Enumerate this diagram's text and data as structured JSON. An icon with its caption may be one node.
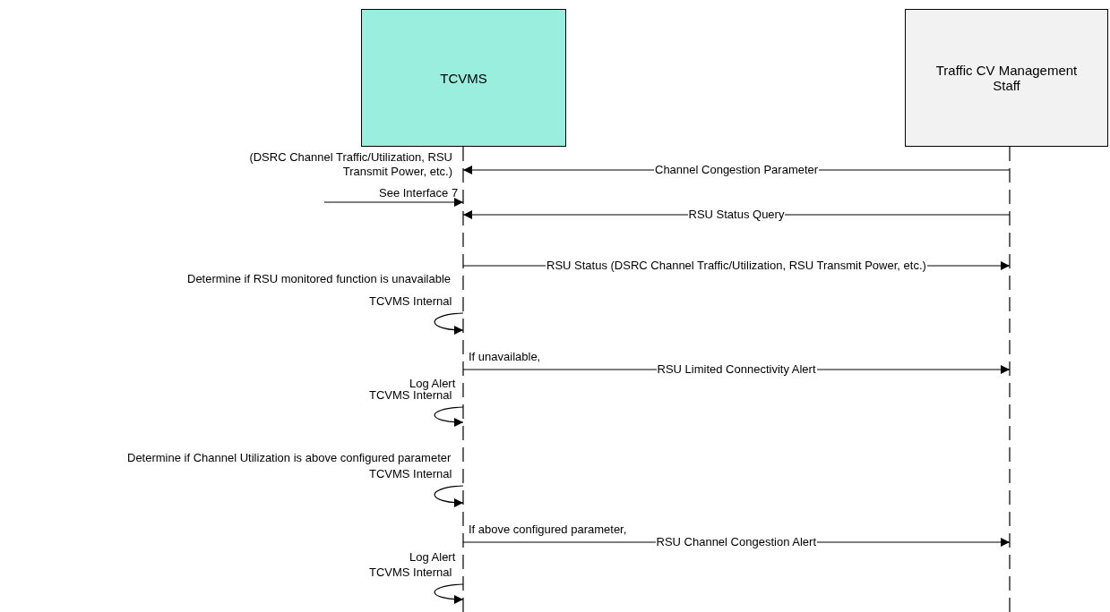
{
  "diagram": {
    "nodes": [
      {
        "text": [
          "TCVMS"
        ]
      },
      {
        "text": [
          "Traffic CV Management Staff"
        ]
      }
    ],
    "edges": [
      {
        "from": 1,
        "to": 0,
        "arrow": "to",
        "label": "Channel Congestion Parameter"
      },
      {
        "from": null,
        "to": 0,
        "arrow": "to",
        "label": "See Interface 7"
      },
      {
        "from": 1,
        "to": 0,
        "arrow": "to",
        "label": "RSU Status Query"
      },
      {
        "from": 0,
        "to": 1,
        "arrow": "to",
        "label": "RSU Status (DSRC Channel Traffic/Utilization, RSU Transmit Power, etc.)"
      },
      {
        "from": 0,
        "to": 0,
        "arrow": "to",
        "label": "TCVMS Internal"
      },
      {
        "from": 0,
        "to": 1,
        "arrow": "to",
        "label": "RSU Limited Connectivity Alert"
      },
      {
        "from": 0,
        "to": 0,
        "arrow": "to",
        "label": "TCVMS Internal"
      },
      {
        "from": 0,
        "to": 0,
        "arrow": "to",
        "label": "TCVMS Internal"
      },
      {
        "from": 0,
        "to": 1,
        "arrow": "to",
        "label": "RSU Channel Congestion Alert"
      },
      {
        "from": 0,
        "to": 0,
        "arrow": "to",
        "label": "TCVMS Internal"
      }
    ],
    "labels": [
      "(DSRC Channel Traffic/Utilization, RSU Transmit Power, etc.)",
      "Determine if RSU monitored function is unavailable",
      "If unavailable,",
      "Log Alert",
      "Determine if Channel Utilization is above configured parameter",
      "If above configured parameter,",
      "Log Alert"
    ]
  }
}
